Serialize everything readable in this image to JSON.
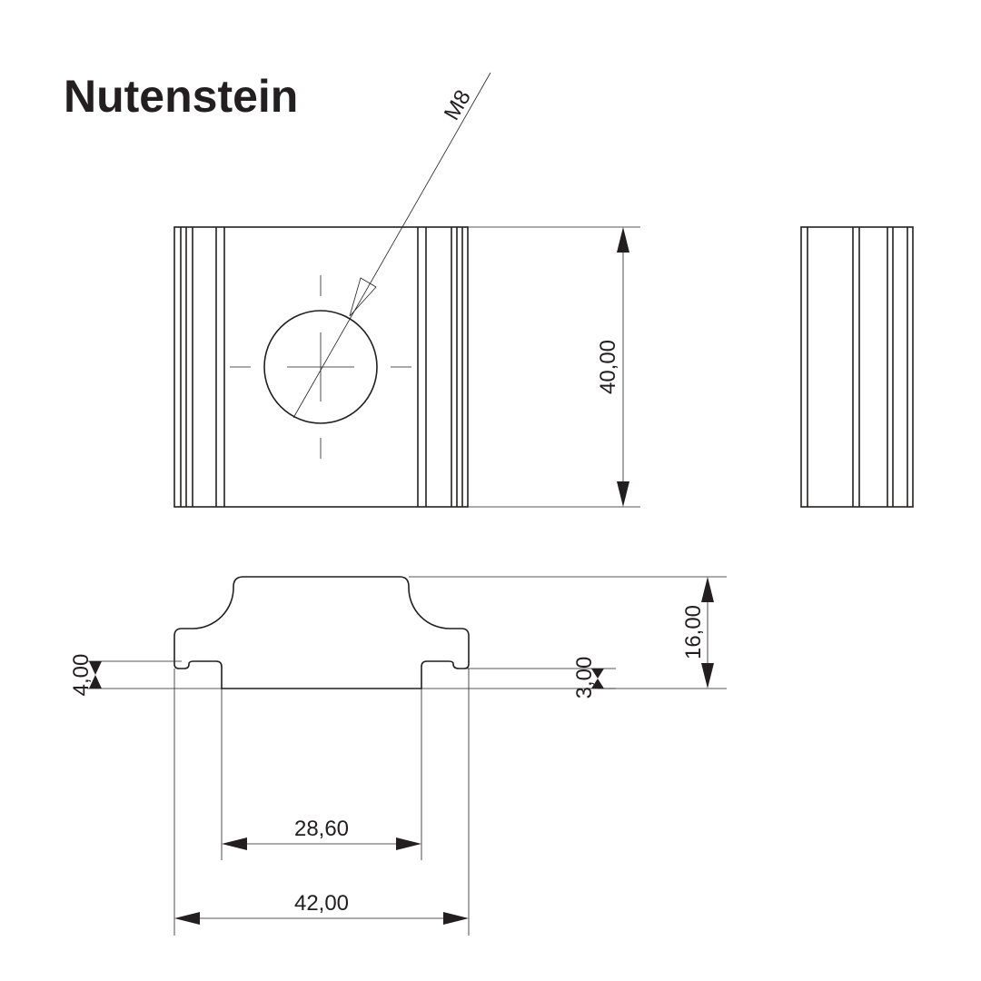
{
  "title": "Nutenstein",
  "thread_label": "M8",
  "dimensions": {
    "height_top_view": "40,00",
    "profile_height": "16,00",
    "left_step": "4,00",
    "right_step": "3,00",
    "inner_width": "28,60",
    "overall_width": "42,00"
  }
}
